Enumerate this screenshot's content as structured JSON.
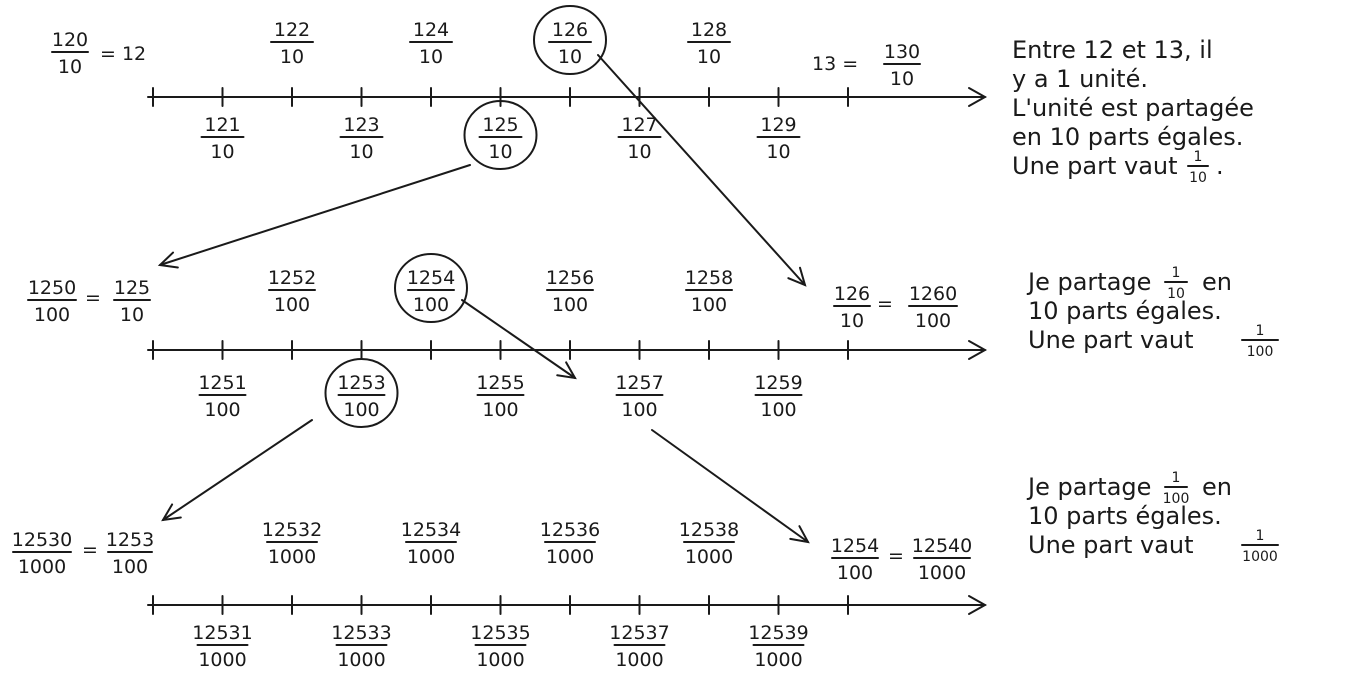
{
  "lines": [
    {
      "left_equation": {
        "a_num": "120",
        "a_den": "10",
        "rhs": "= 12"
      },
      "top_fractions": [
        {
          "num": "122",
          "den": "10"
        },
        {
          "num": "124",
          "den": "10"
        },
        {
          "num": "126",
          "den": "10",
          "circled": true
        },
        {
          "num": "128",
          "den": "10"
        }
      ],
      "bottom_fractions": [
        {
          "num": "121",
          "den": "10"
        },
        {
          "num": "123",
          "den": "10"
        },
        {
          "num": "125",
          "den": "10",
          "circled": true
        },
        {
          "num": "127",
          "den": "10"
        },
        {
          "num": "129",
          "den": "10"
        }
      ],
      "right_equation": {
        "lhs": "13 =",
        "b_num": "130",
        "b_den": "10"
      }
    },
    {
      "left_equation": {
        "a_num": "1250",
        "a_den": "100",
        "b_num": "125",
        "b_den": "10"
      },
      "top_fractions": [
        {
          "num": "1252",
          "den": "100"
        },
        {
          "num": "1254",
          "den": "100",
          "circled": true
        },
        {
          "num": "1256",
          "den": "100"
        },
        {
          "num": "1258",
          "den": "100"
        }
      ],
      "bottom_fractions": [
        {
          "num": "1251",
          "den": "100"
        },
        {
          "num": "1253",
          "den": "100",
          "circled": true
        },
        {
          "num": "1255",
          "den": "100"
        },
        {
          "num": "1257",
          "den": "100"
        },
        {
          "num": "1259",
          "den": "100"
        }
      ],
      "right_equation": {
        "a_num": "126",
        "a_den": "10",
        "b_num": "1260",
        "b_den": "100"
      }
    },
    {
      "left_equation": {
        "a_num": "12530",
        "a_den": "1000",
        "b_num": "1253",
        "b_den": "100"
      },
      "top_fractions": [
        {
          "num": "12532",
          "den": "1000"
        },
        {
          "num": "12534",
          "den": "1000"
        },
        {
          "num": "12536",
          "den": "1000"
        },
        {
          "num": "12538",
          "den": "1000"
        }
      ],
      "bottom_fractions": [
        {
          "num": "12531",
          "den": "1000"
        },
        {
          "num": "12533",
          "den": "1000"
        },
        {
          "num": "12535",
          "den": "1000"
        },
        {
          "num": "12537",
          "den": "1000"
        },
        {
          "num": "12539",
          "den": "1000"
        }
      ],
      "right_equation": {
        "a_num": "1254",
        "a_den": "100",
        "b_num": "12540",
        "b_den": "1000"
      }
    }
  ],
  "notes": [
    {
      "lines": [
        "Entre 12 et 13, il",
        "y a 1 unité.",
        "L'unité est partagée",
        "en 10 parts égales.",
        "Une part vaut"
      ],
      "fraction": {
        "num": "1",
        "den": "10"
      },
      "suffix": "."
    },
    {
      "lines": [
        "Je partage",
        "10 parts égales.",
        "Une part vaut"
      ],
      "inline_fraction": {
        "num": "1",
        "den": "10"
      },
      "inline_suffix": "en",
      "fraction": {
        "num": "1",
        "den": "100"
      }
    },
    {
      "lines": [
        "Je partage",
        "10 parts égales.",
        "Une part vaut"
      ],
      "inline_fraction": {
        "num": "1",
        "den": "100"
      },
      "inline_suffix": "en",
      "fraction": {
        "num": "1",
        "den": "1000"
      }
    }
  ]
}
